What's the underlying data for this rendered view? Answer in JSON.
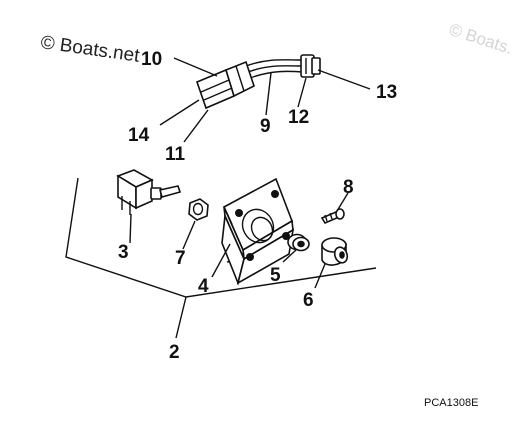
{
  "watermark": {
    "main": "© Boats.net",
    "faint": "© Boats."
  },
  "drawing_code": "PCA1308E",
  "callouts": {
    "c2": "2",
    "c3": "3",
    "c4": "4",
    "c5": "5",
    "c6": "6",
    "c7": "7",
    "c8": "8",
    "c9": "9",
    "c10": "10",
    "c11": "11",
    "c12": "12",
    "c13": "13",
    "c14": "14"
  },
  "colors": {
    "ink": "#111111",
    "background": "#ffffff",
    "watermark_faint": "#d4d4d4"
  }
}
